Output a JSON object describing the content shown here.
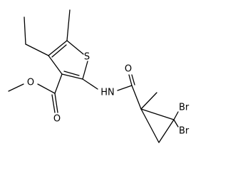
{
  "structure": {
    "atom_labels": {
      "sulfur": "S",
      "ester_oxygen_single": "O",
      "ester_oxygen_double": "O",
      "amide_oxygen": "O",
      "amide_nh": "HN",
      "bromine_1": "Br",
      "bromine_2": "Br"
    },
    "atom_color": "#000000",
    "background_color": "#ffffff"
  }
}
